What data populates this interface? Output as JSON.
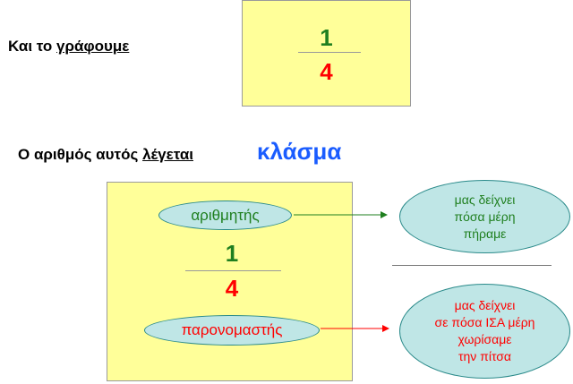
{
  "intro": {
    "prefix": "Και το ",
    "underlined": "γράφουμε"
  },
  "top_fraction": {
    "numerator": "1",
    "denominator": "4"
  },
  "definition": {
    "prefix": "Ο αριθμός αυτός ",
    "underlined": "λέγεται ",
    "term": "κλάσμα"
  },
  "main_fraction": {
    "numerator_label": "αριθμητής",
    "numerator": "1",
    "denominator": "4",
    "denominator_label": "παρονομαστής"
  },
  "explanations": {
    "numerator_lines": [
      "μας δείχνει",
      "πόσα μέρη",
      "πήραμε"
    ],
    "denominator_lines": [
      "μας δείχνει",
      "σε πόσα ΙΣΑ μέρη",
      "χωρίσαμε",
      "την πίτσα"
    ]
  },
  "colors": {
    "box_fill": "#ffff99",
    "numerator": "#1f7f1f",
    "denominator": "#ff0000",
    "term": "#1a5cff",
    "ellipse_fill": "#bfe6e6"
  }
}
